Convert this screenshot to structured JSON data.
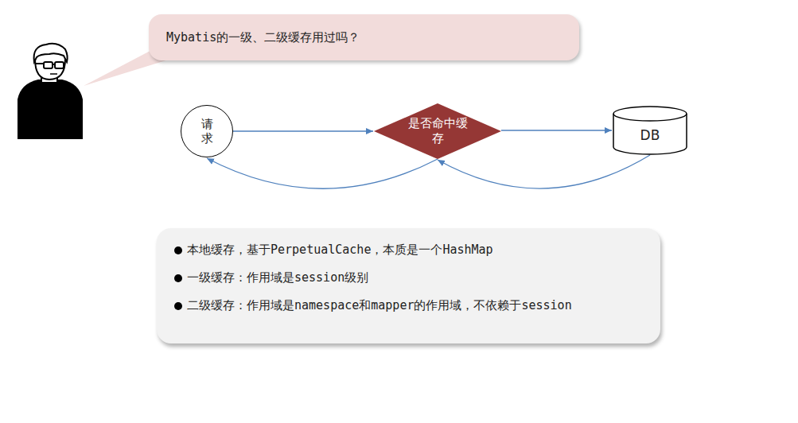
{
  "diagram": {
    "nodes": [
      {
        "text": [
          "Mybatis的一级、二级缓存用过吗？"
        ]
      },
      {
        "text": [
          "请求"
        ]
      },
      {
        "text": [
          "是否命中缓存"
        ]
      },
      {
        "text": [
          "DB"
        ]
      },
      {
        "text": [
          "本地缓存，基于PerpetualCache，本质是一个HashMap",
          "一级缓存：作用域是session级别",
          "二级缓存：作用域是namespace和mapper的作用域，不依赖于session"
        ]
      }
    ],
    "edges": [
      {
        "from": 1,
        "to": 2,
        "arrow": "to"
      },
      {
        "from": 2,
        "to": 3,
        "arrow": "to"
      },
      {
        "from": 3,
        "to": 2,
        "arrow": "to"
      },
      {
        "from": 2,
        "to": 1,
        "arrow": "to"
      }
    ]
  }
}
